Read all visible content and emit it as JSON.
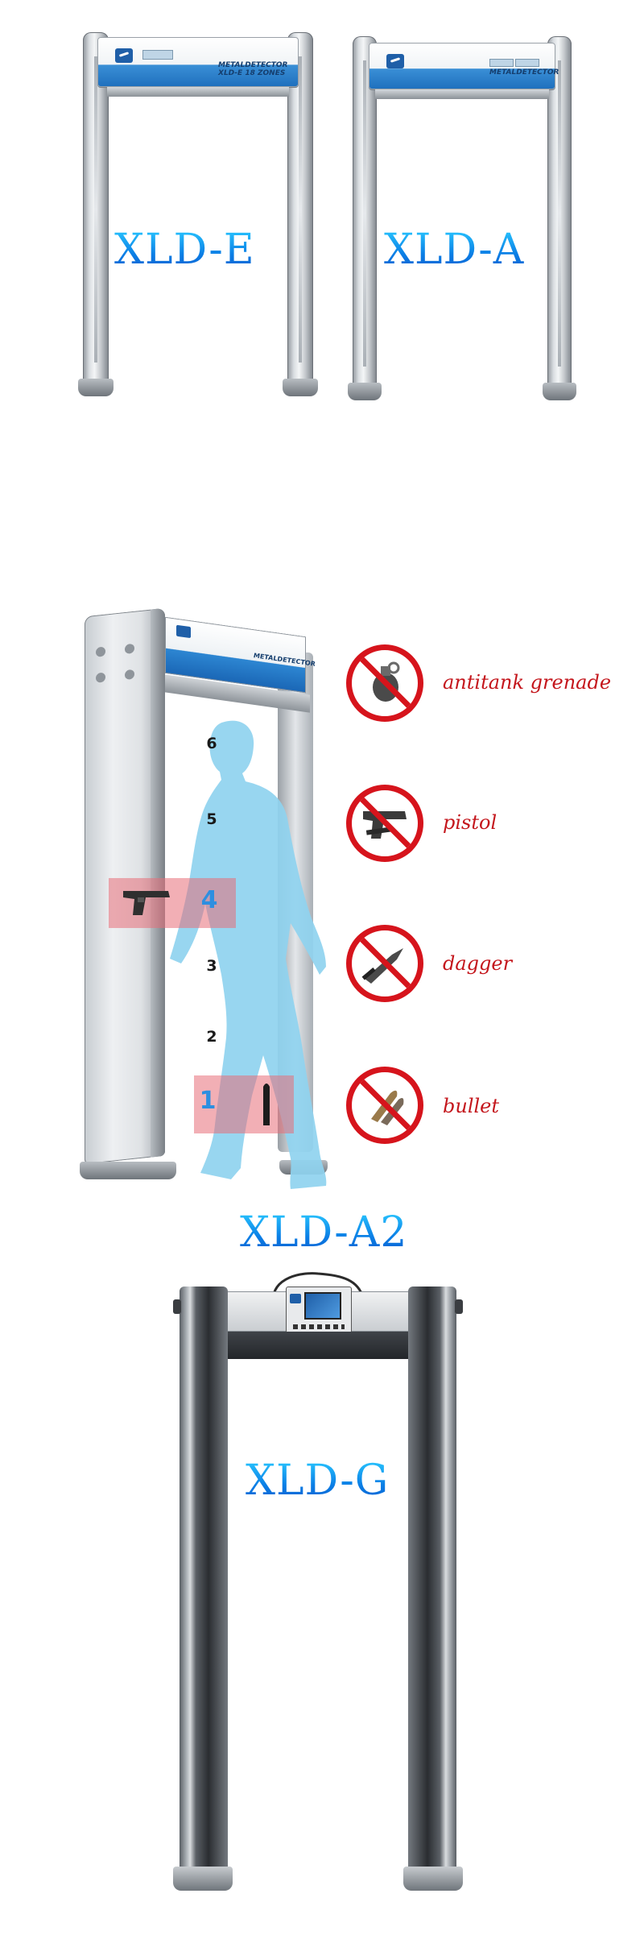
{
  "models": {
    "xld_e": "XLD-E",
    "xld_a": "XLD-A",
    "xld_a2": "XLD-A2",
    "xld_g": "XLD-G"
  },
  "header": {
    "brand_line1": "METALDETECTOR",
    "brand_line2_e": "XLD-E 18 ZONES"
  },
  "zones": [
    "6",
    "5",
    "4",
    "3",
    "2",
    "1"
  ],
  "highlighted_zones": [
    "4",
    "1"
  ],
  "prohibited_items": [
    {
      "label": "antitank grenade",
      "icon": "grenade-icon"
    },
    {
      "label": "pistol",
      "icon": "pistol-icon"
    },
    {
      "label": "dagger",
      "icon": "dagger-icon"
    },
    {
      "label": "bullet",
      "icon": "bullet-icon"
    }
  ],
  "colors": {
    "model_label_blue": "#0b7fe6",
    "ban_red": "#d6141c",
    "silhouette": "#8fd2ef",
    "zone_highlight": "#e86e78",
    "header_blue": "#1e6fbd"
  }
}
